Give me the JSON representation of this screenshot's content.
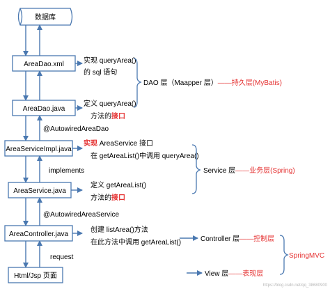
{
  "nodes": {
    "database": "数据库",
    "area_dao_xml": "AreaDao.xml",
    "area_dao_java": "AreaDao.java",
    "area_service_impl": "AreaServiceImpl.java",
    "area_service": "AreaService.java",
    "area_controller": "AreaController.java",
    "html_jsp": "Html/Jsp 页面"
  },
  "notes": {
    "dao_xml_line1": "实现 queryArea()",
    "dao_xml_line2": "的 sql 语句",
    "dao_java_line1": "定义 queryArea()",
    "dao_java_line2_prefix": "方法的",
    "dao_java_line2_red": "接口",
    "impl_line1_red": "实现",
    "impl_line1_rest": " AreaService 接口",
    "impl_line2": "在 getAreaList()中调用 queryArea()",
    "service_line1": "定义 getAreaList()",
    "service_line2_prefix": "方法的",
    "service_line2_red": "接口",
    "controller_line1": "创建 listArea()方法",
    "controller_line2": "在此方法中调用 getAreaList()"
  },
  "annotations": {
    "autowired_dao": "@AutowiredAreaDao",
    "implements": "implements",
    "autowired_service": "@AutowiredAreaService",
    "request": "request"
  },
  "layers": {
    "dao_prefix": "DAO 层（Maapper 层）",
    "dao_suffix": "——持久层(MyBatis)",
    "service_prefix": "Service 层",
    "service_suffix": "——业务层(Spring)",
    "controller_prefix": "Controller 层",
    "controller_suffix": "——控制层",
    "springmvc": "SpringMVC",
    "view_prefix": "View 层",
    "view_suffix": "——表现层"
  },
  "watermark": "https://blog.csdn.net/qq_38680900",
  "colors": {
    "line": "#4a78b0",
    "highlight": "#e53333"
  }
}
